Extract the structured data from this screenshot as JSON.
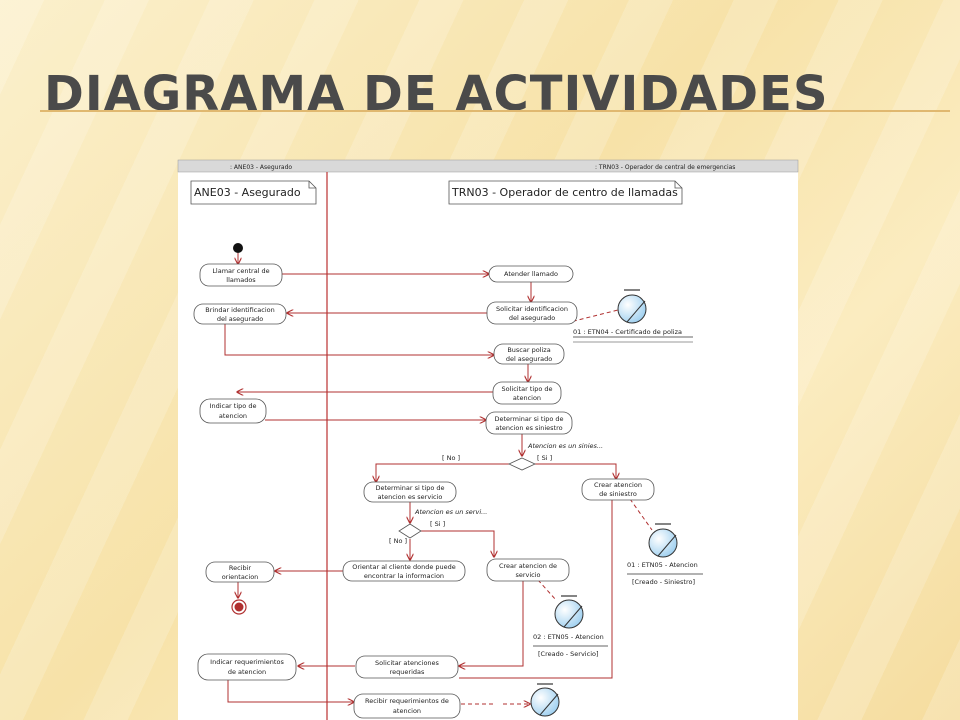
{
  "slide": {
    "title": "DIAGRAMA DE ACTIVIDADES"
  },
  "lanes": {
    "header_left": ": ANE03 - Asegurado",
    "header_right": ": TRN03 - Operador de central de emergencias",
    "left_note": "ANE03 - Asegurado",
    "right_note": "TRN03 - Operador de centro de llamadas"
  },
  "activities": {
    "a1": [
      "Llamar central de",
      "llamados"
    ],
    "a2": [
      "Atender llamado"
    ],
    "a3": [
      "Solicitar identificacion",
      "del asegurado"
    ],
    "a4": [
      "Brindar identificacion",
      "del asegurado"
    ],
    "a5": [
      "Buscar poliza",
      "del asegurado"
    ],
    "a6": [
      "Solicitar tipo de",
      "atencion"
    ],
    "a7": [
      "Indicar tipo de",
      "atencion"
    ],
    "a8": [
      "Determinar si tipo de",
      "atencion es siniestro"
    ],
    "a9": [
      "Determinar si tipo de",
      "atencion es servicio"
    ],
    "a10": [
      "Crear atencion",
      "de siniestro"
    ],
    "a11": [
      "Orientar al cliente donde puede",
      "encontrar la informacion"
    ],
    "a12": [
      "Crear atencion de",
      "servicio"
    ],
    "a13": [
      "Recibir",
      "orientacion"
    ],
    "a14": [
      "Indicar requerimientos",
      "de atencion"
    ],
    "a15": [
      "Solicitar atenciones",
      "requeridas"
    ],
    "a16": [
      "Recibir requerimientos de",
      "atencion"
    ]
  },
  "guards": {
    "g1_note": "Atencion es un sinies...",
    "g1_no": "[ No ]",
    "g1_si": "[ Si ]",
    "g2_note": "Atencion es un servi...",
    "g2_si": "[ Si ]",
    "g2_no": "[ No ]"
  },
  "objects": {
    "o1": {
      "name": "01 : ETN04 - Certificado de poliza",
      "state": ""
    },
    "o2": {
      "name": "01 : ETN05 - Atencion",
      "state": "[Creado - Siniestro]"
    },
    "o3": {
      "name": "02 : ETN05 - Atencion",
      "state": "[Creado - Servicio]"
    }
  }
}
